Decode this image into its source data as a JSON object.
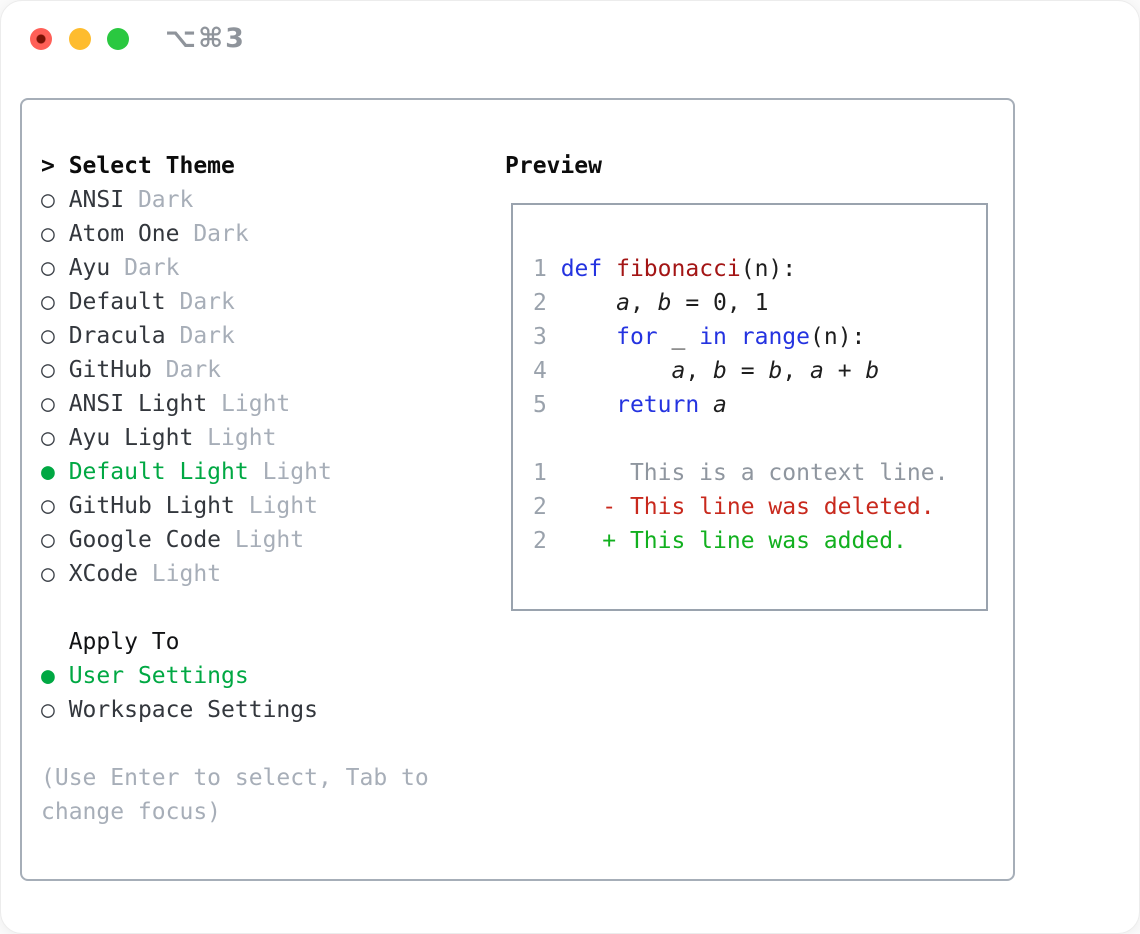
{
  "window": {
    "title": "⌥⌘3"
  },
  "colors": {
    "accent_green": "#00a843",
    "keyword_blue": "#2433e0",
    "function_red": "#a31515",
    "deleted_red": "#c8291d",
    "added_green": "#12b01f",
    "muted_gray": "#a7aeb8",
    "item_text": "#33373d",
    "panel_border": "#a6aeb8",
    "traffic_red": "#ff5f57",
    "traffic_yellow": "#febc2e",
    "traffic_green": "#2ac840"
  },
  "markers": {
    "selected": "●",
    "unselected": "○",
    "prompt": ">"
  },
  "theme_picker": {
    "title": "Select Theme",
    "items": [
      {
        "name": "ANSI",
        "variant": "Dark",
        "selected": false
      },
      {
        "name": "Atom One",
        "variant": "Dark",
        "selected": false
      },
      {
        "name": "Ayu",
        "variant": "Dark",
        "selected": false
      },
      {
        "name": "Default",
        "variant": "Dark",
        "selected": false
      },
      {
        "name": "Dracula",
        "variant": "Dark",
        "selected": false
      },
      {
        "name": "GitHub",
        "variant": "Dark",
        "selected": false
      },
      {
        "name": "ANSI Light",
        "variant": "Light",
        "selected": false
      },
      {
        "name": "Ayu Light",
        "variant": "Light",
        "selected": false
      },
      {
        "name": "Default Light",
        "variant": "Light",
        "selected": true
      },
      {
        "name": "GitHub Light",
        "variant": "Light",
        "selected": false
      },
      {
        "name": "Google Code",
        "variant": "Light",
        "selected": false
      },
      {
        "name": "XCode",
        "variant": "Light",
        "selected": false
      }
    ]
  },
  "apply_to": {
    "title": "Apply To",
    "options": [
      {
        "label": "User Settings",
        "selected": true
      },
      {
        "label": "Workspace Settings",
        "selected": false
      }
    ]
  },
  "help_text": "(Use Enter to select, Tab to change focus)",
  "preview": {
    "title": "Preview",
    "lines": [
      {
        "no": "1",
        "segs": [
          {
            "t": "def",
            "c": "kw"
          },
          {
            "t": " "
          },
          {
            "t": "fibonacci",
            "c": "fn"
          },
          {
            "t": "(n):"
          }
        ]
      },
      {
        "no": "2",
        "segs": [
          {
            "t": "    "
          },
          {
            "t": "a",
            "c": "var"
          },
          {
            "t": ", "
          },
          {
            "t": "b",
            "c": "var"
          },
          {
            "t": " = 0, 1"
          }
        ]
      },
      {
        "no": "3",
        "segs": [
          {
            "t": "    "
          },
          {
            "t": "for",
            "c": "kw"
          },
          {
            "t": " _ "
          },
          {
            "t": "in",
            "c": "kw"
          },
          {
            "t": " "
          },
          {
            "t": "range",
            "c": "kw"
          },
          {
            "t": "(n):"
          }
        ]
      },
      {
        "no": "4",
        "segs": [
          {
            "t": "        "
          },
          {
            "t": "a",
            "c": "var"
          },
          {
            "t": ", "
          },
          {
            "t": "b",
            "c": "var"
          },
          {
            "t": " = "
          },
          {
            "t": "b",
            "c": "var"
          },
          {
            "t": ", "
          },
          {
            "t": "a",
            "c": "var"
          },
          {
            "t": " + "
          },
          {
            "t": "b",
            "c": "var"
          }
        ]
      },
      {
        "no": "5",
        "segs": [
          {
            "t": "    "
          },
          {
            "t": "return",
            "c": "kw"
          },
          {
            "t": " "
          },
          {
            "t": "a",
            "c": "var"
          }
        ]
      },
      {
        "no": "",
        "segs": []
      },
      {
        "no": "1",
        "segs": [
          {
            "t": "     This is a context line.",
            "c": "ctx"
          }
        ]
      },
      {
        "no": "2",
        "segs": [
          {
            "t": "   - This line was deleted.",
            "c": "del"
          }
        ]
      },
      {
        "no": "2",
        "segs": [
          {
            "t": "   + This line was added.",
            "c": "add"
          }
        ]
      }
    ]
  }
}
